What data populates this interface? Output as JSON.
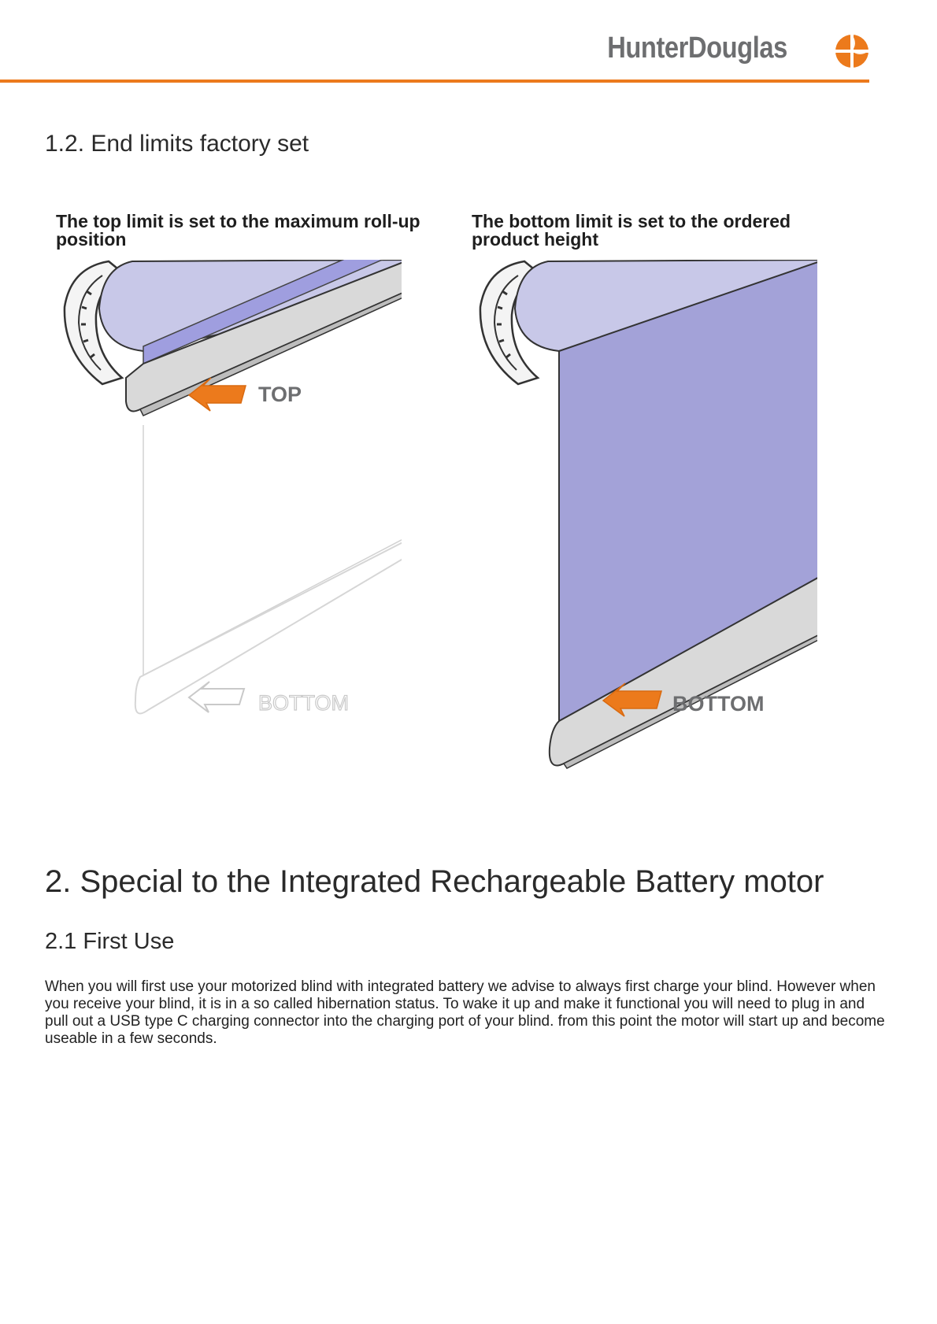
{
  "header": {
    "brand_name": "HunterDouglas",
    "brand_color": "#ec7a1c",
    "brand_icon": "hunter-douglas-logo-icon"
  },
  "section_1_2": {
    "heading": "1.2. End limits factory set",
    "left_caption": "The top limit is set to the maximum roll-up position",
    "right_caption": "The bottom limit is set to the ordered product height",
    "left_figure": {
      "active_label": "TOP",
      "ghost_label": "BOTTOM"
    },
    "right_figure": {
      "active_label": "BOTTOM"
    },
    "fabric_color": "#a3a2d8",
    "arrow_color": "#ec7a1c"
  },
  "section_2": {
    "heading": "2. Special to the Integrated Rechargeable Battery motor",
    "subheading": "2.1 First Use",
    "paragraph": "When you will first use your motorized blind with integrated battery we advise to always first charge your blind. However when you receive your blind, it is in a so called hibernation status. To wake it up and make it functional you will need to plug in and pull out a USB type C charging connector into the charging port of your blind. from this point the motor will start up and become useable in a few seconds."
  }
}
